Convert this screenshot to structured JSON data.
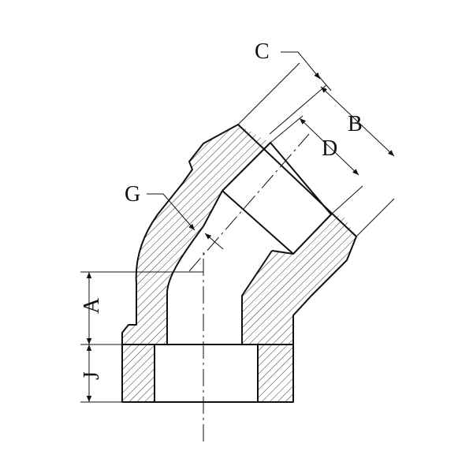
{
  "diagram": {
    "labels": {
      "A": "A",
      "B": "B",
      "C": "C",
      "D": "D",
      "G": "G",
      "J": "J"
    }
  }
}
